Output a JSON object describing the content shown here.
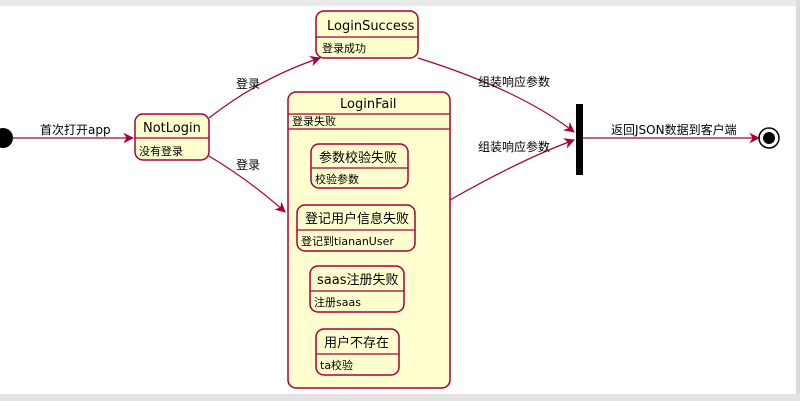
{
  "states": {
    "not_login": {
      "title": "NotLogin",
      "desc": "没有登录"
    },
    "login_success": {
      "title": "LoginSuccess",
      "desc": "登录成功"
    },
    "login_fail": {
      "title": "LoginFail",
      "desc": "登录失败",
      "substates": [
        {
          "title": "参数校验失败",
          "desc": "校验参数"
        },
        {
          "title": "登记用户信息失败",
          "desc": "登记到tiananUser"
        },
        {
          "title": "saas注册失败",
          "desc": "注册saas"
        },
        {
          "title": "用户不存在",
          "desc": "ta校验"
        }
      ]
    }
  },
  "transitions": {
    "start_to_notlogin": "首次打开app",
    "notlogin_to_success": "登录",
    "notlogin_to_fail": "登录",
    "success_to_join": "组装响应参数",
    "fail_to_join": "组装响应参数",
    "join_to_end": "返回JSON数据到客户端"
  },
  "colors": {
    "state_fill": "#fefece",
    "state_border": "#a80036",
    "edge": "#a80036",
    "bar": "#000000"
  }
}
